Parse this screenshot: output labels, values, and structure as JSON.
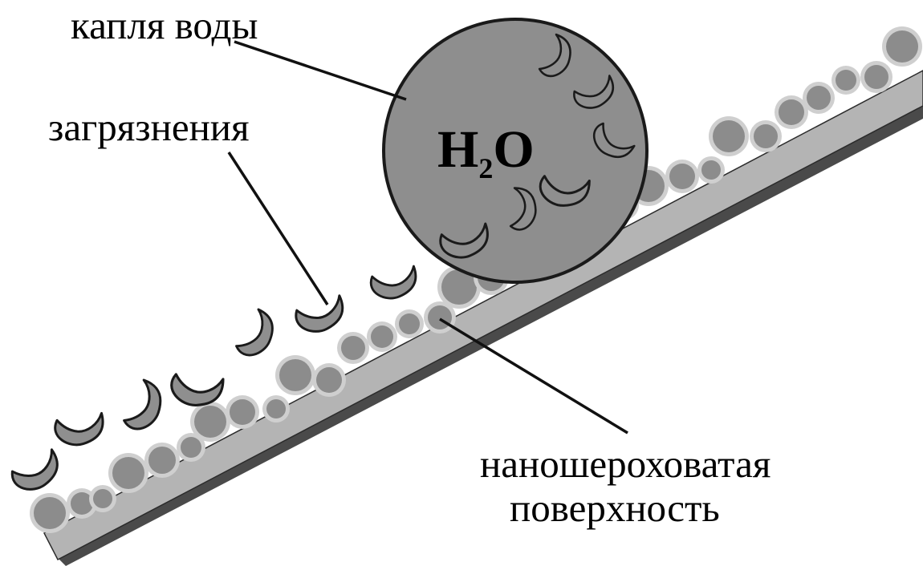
{
  "labels": {
    "water_drop": "капля воды",
    "contaminants": "загрязнения",
    "surface_line1": "наношероховатая",
    "surface_line2": "поверхность",
    "formula_main_h": "H",
    "formula_subscript": "2",
    "formula_main_o": "O"
  },
  "colors": {
    "surface_fill": "#b4b4b4",
    "surface_shadow": "#4a4a4a",
    "bump_fill": "#8c8c8c",
    "bump_ring": "#cfcfcf",
    "drop_fill": "#8e8e8e",
    "particle_fill": "#8f8f8f",
    "stroke": "#1a1a1a"
  }
}
